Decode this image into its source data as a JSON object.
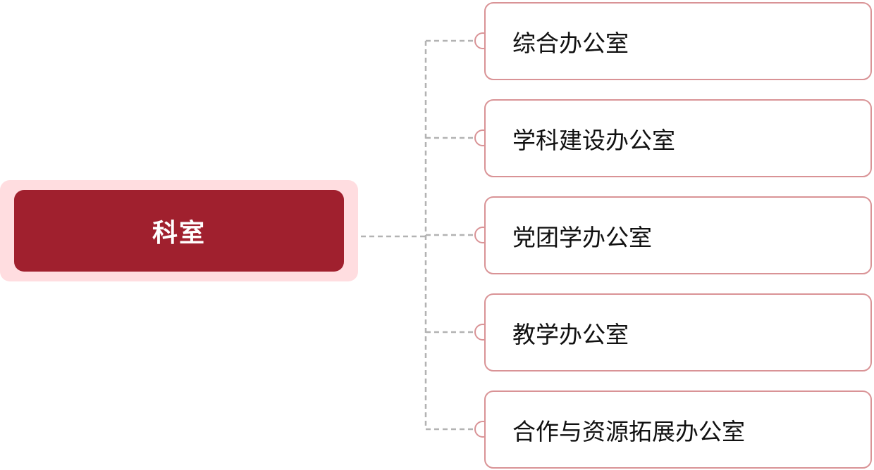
{
  "diagram": {
    "root": {
      "label": "科室"
    },
    "children": [
      {
        "label": "综合办公室"
      },
      {
        "label": "学科建设办公室"
      },
      {
        "label": "党团学办公室"
      },
      {
        "label": "教学办公室"
      },
      {
        "label": "合作与资源拓展办公室"
      }
    ],
    "colors": {
      "root_fill": "#a0202e",
      "root_halo": "#ffdde0",
      "child_border": "#d99396",
      "connector": "#b3b3b3"
    }
  }
}
